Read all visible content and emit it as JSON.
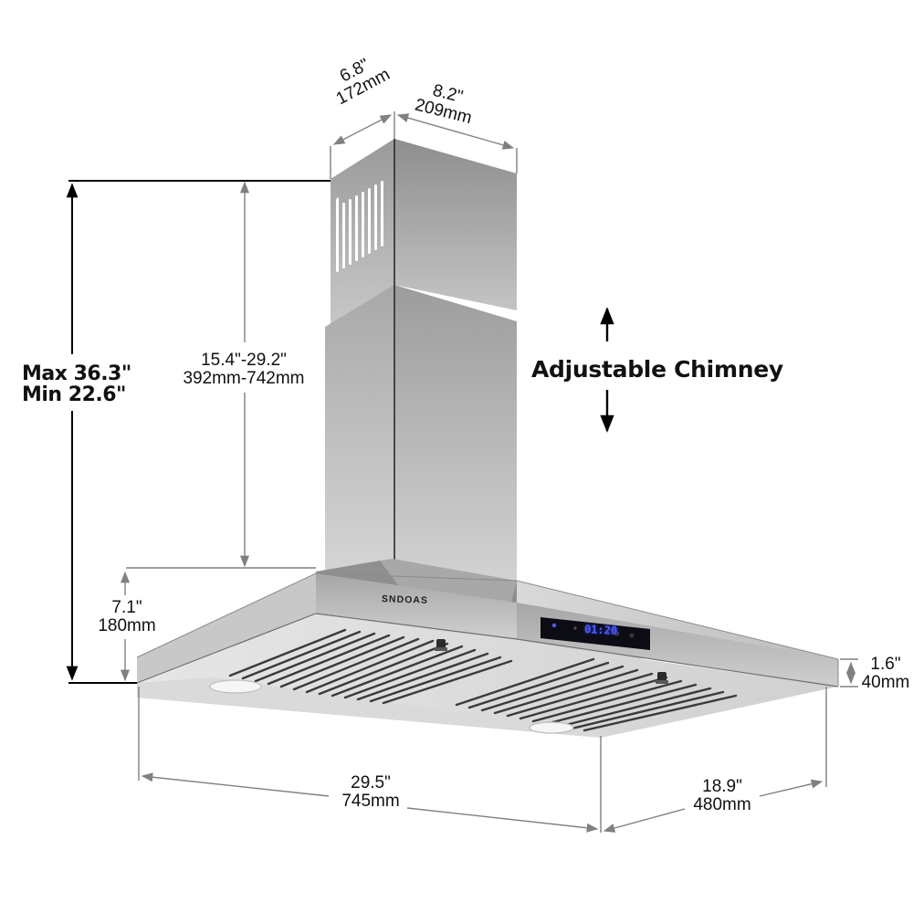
{
  "product": {
    "brand": "SNDOAS",
    "type": "wall-mount range hood",
    "display_readout": "0120",
    "display_readout_formatted": "01:20",
    "finish_color": "#b9b9b9",
    "display_color": "#4a5cff"
  },
  "feature_callout": {
    "text": "Adjustable Chimney",
    "arrows": [
      "arrow-up",
      "arrow-down"
    ]
  },
  "dimensions": {
    "chimney_depth": {
      "inches": "6.8\"",
      "mm": "172mm"
    },
    "chimney_width": {
      "inches": "8.2\"",
      "mm": "209mm"
    },
    "chimney_height_range": {
      "inches": "15.4\"-29.2\"",
      "mm": "392mm-742mm"
    },
    "overall_height": {
      "max": "Max 36.3\"",
      "min": "Min 22.6\""
    },
    "hood_height": {
      "inches": "7.1\"",
      "mm": "180mm"
    },
    "hood_front_edge": {
      "inches": "1.6\"",
      "mm": "40mm"
    },
    "hood_width": {
      "inches": "29.5\"",
      "mm": "745mm"
    },
    "hood_depth": {
      "inches": "18.9\"",
      "mm": "480mm"
    }
  },
  "colors": {
    "dimension_line": "#808080",
    "overall_line": "#000000",
    "text": "#111111",
    "background": "#ffffff"
  }
}
